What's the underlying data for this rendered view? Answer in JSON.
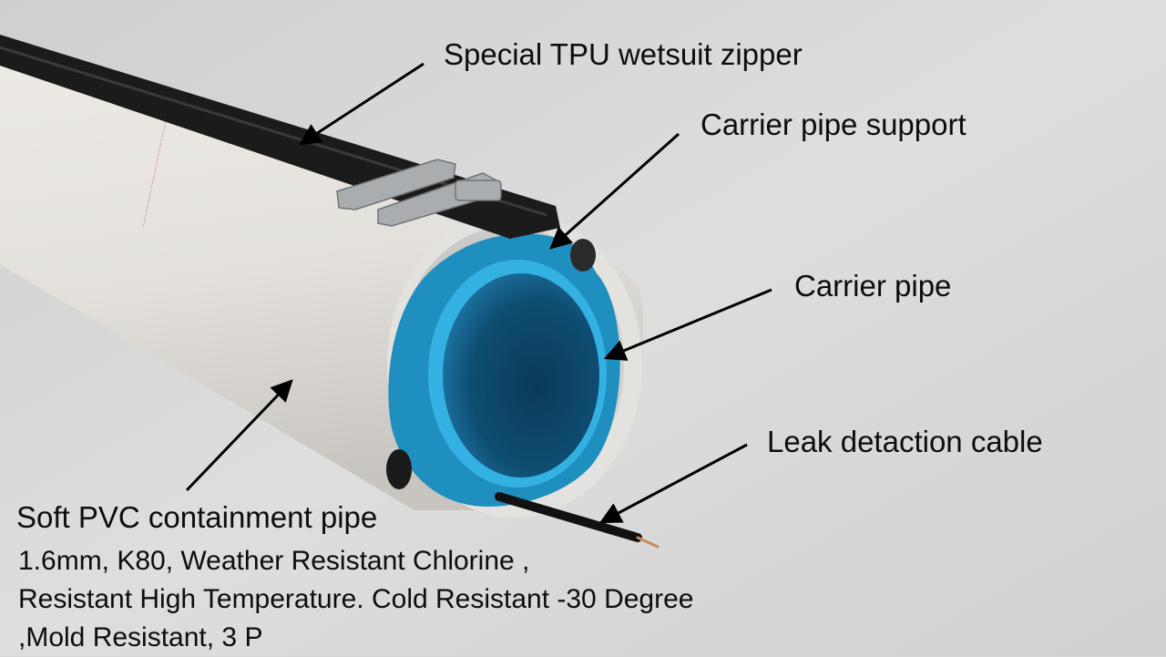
{
  "labels": {
    "zipper": "Special TPU wetsuit zipper",
    "support": "Carrier pipe support",
    "carrier": "Carrier pipe",
    "cable": "Leak detaction cable",
    "containment": "Soft PVC containment pipe"
  },
  "description": [
    "1.6mm, K80, Weather Resistant Chlorine ,",
    "Resistant High Temperature. Cold Resistant -30 Degree",
    ",Mold Resistant, 3 P"
  ],
  "colors": {
    "background": "#d6d6d6",
    "containment_pipe": "#e6e3de",
    "carrier_pipe": "#1f8fbf",
    "zipper": "#161616",
    "cable": "#111111",
    "arrow": "#000000"
  }
}
